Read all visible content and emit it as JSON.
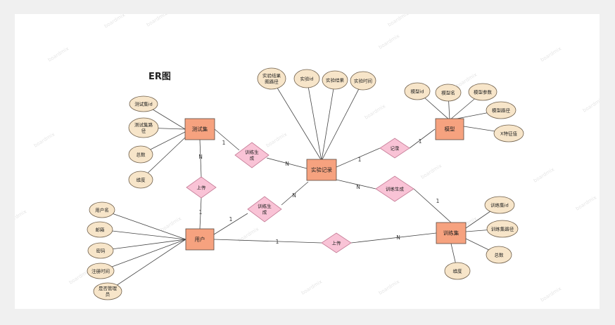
{
  "diagram": {
    "title": "ER图",
    "entities": [
      {
        "id": "test_set",
        "label": "测试集"
      },
      {
        "id": "experiment",
        "label": "实验记录"
      },
      {
        "id": "model",
        "label": "模型"
      },
      {
        "id": "user",
        "label": "用户"
      },
      {
        "id": "train_set",
        "label": "训练集"
      }
    ],
    "relationships": [
      {
        "id": "rel_train_gen_1",
        "label": "训练生成",
        "lines": [
          "训练生",
          "成"
        ]
      },
      {
        "id": "rel_record",
        "label": "记录",
        "lines": [
          "记录"
        ]
      },
      {
        "id": "rel_upload_1",
        "label": "上传",
        "lines": [
          "上传"
        ]
      },
      {
        "id": "rel_train_gen_2",
        "label": "训练生成",
        "lines": [
          "训练生",
          "成"
        ]
      },
      {
        "id": "rel_train_gen_3",
        "label": "训练生成",
        "lines": [
          "训练生成"
        ]
      },
      {
        "id": "rel_upload_2",
        "label": "上传",
        "lines": [
          "上传"
        ]
      }
    ],
    "attributes": [
      {
        "id": "a_exp_path",
        "label": "实验结果图路径",
        "lines": [
          "实验结果",
          "图路径"
        ]
      },
      {
        "id": "a_exp_id",
        "label": "实验id",
        "lines": [
          "实验id"
        ]
      },
      {
        "id": "a_exp_result",
        "label": "实验结果",
        "lines": [
          "实验结果"
        ]
      },
      {
        "id": "a_exp_time",
        "label": "实验时间",
        "lines": [
          "实验时间"
        ]
      },
      {
        "id": "a_ts_id",
        "label": "测试集id",
        "lines": [
          "测试集id"
        ]
      },
      {
        "id": "a_ts_path",
        "label": "测试集路径",
        "lines": [
          "测试集路",
          "径"
        ]
      },
      {
        "id": "a_ts_total",
        "label": "总数",
        "lines": [
          "总数"
        ]
      },
      {
        "id": "a_ts_dim",
        "label": "维度",
        "lines": [
          "维度"
        ]
      },
      {
        "id": "a_m_id",
        "label": "模型id",
        "lines": [
          "模型id"
        ]
      },
      {
        "id": "a_m_name",
        "label": "模型名",
        "lines": [
          "模型名"
        ]
      },
      {
        "id": "a_m_param",
        "label": "模型参数",
        "lines": [
          "模型参数"
        ]
      },
      {
        "id": "a_m_path",
        "label": "模型路径",
        "lines": [
          "模型路径"
        ]
      },
      {
        "id": "a_m_x",
        "label": "X特征值",
        "lines": [
          "X特征值"
        ]
      },
      {
        "id": "a_u_name",
        "label": "用户名",
        "lines": [
          "用户名"
        ]
      },
      {
        "id": "a_u_email",
        "label": "邮箱",
        "lines": [
          "邮箱"
        ]
      },
      {
        "id": "a_u_pwd",
        "label": "密码",
        "lines": [
          "密码"
        ]
      },
      {
        "id": "a_u_reg",
        "label": "注册时间",
        "lines": [
          "注册时间"
        ]
      },
      {
        "id": "a_u_admin",
        "label": "是否管理员",
        "lines": [
          "是否管理",
          "员"
        ]
      },
      {
        "id": "a_tr_id",
        "label": "训练集id",
        "lines": [
          "训练集id"
        ]
      },
      {
        "id": "a_tr_path",
        "label": "训练集路径",
        "lines": [
          "训练集路径"
        ]
      },
      {
        "id": "a_tr_total",
        "label": "总数",
        "lines": [
          "总数"
        ]
      },
      {
        "id": "a_tr_dim",
        "label": "维度",
        "lines": [
          "维度"
        ]
      }
    ],
    "cardinalities": [
      {
        "id": "c1",
        "label": "1"
      },
      {
        "id": "c2",
        "label": "N"
      },
      {
        "id": "c3",
        "label": "1"
      },
      {
        "id": "c4",
        "label": "1"
      },
      {
        "id": "c5",
        "label": "N"
      },
      {
        "id": "c6",
        "label": "1"
      },
      {
        "id": "c7",
        "label": "1"
      },
      {
        "id": "c8",
        "label": "N"
      },
      {
        "id": "c9",
        "label": "N"
      },
      {
        "id": "c10",
        "label": "1"
      },
      {
        "id": "c11",
        "label": "1"
      },
      {
        "id": "c12",
        "label": "N"
      }
    ],
    "watermark": "boardmix",
    "colors": {
      "entity_fill": "#f6a27f",
      "entity_stroke": "#5a4a40",
      "relation_fill": "#f9c3d6",
      "relation_stroke": "#c47a95",
      "attribute_fill": "#f7e5c9",
      "attribute_stroke": "#6e5e4a",
      "line": "#444444"
    }
  }
}
